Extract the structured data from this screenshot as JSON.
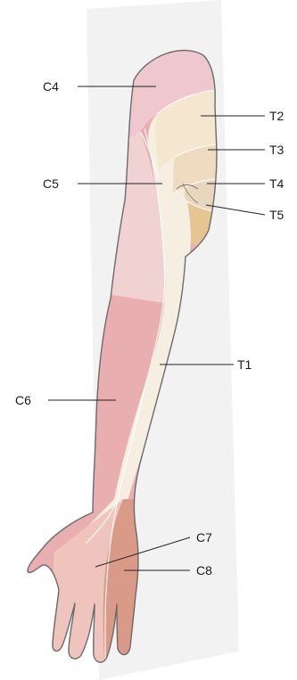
{
  "dermatomes": {
    "C4": {
      "label": "C4",
      "color": "#efc8cf"
    },
    "C5": {
      "label": "C5",
      "color": "#f1d2d3"
    },
    "C6": {
      "label": "C6",
      "color": "#e9aeb0"
    },
    "C7": {
      "label": "C7",
      "color": "#efc4bd"
    },
    "C8": {
      "label": "C8",
      "color": "#d99a88"
    },
    "T1": {
      "label": "T1",
      "color": "#f6eee0"
    },
    "T2": {
      "label": "T2",
      "color": "#f5e6cf"
    },
    "T3": {
      "label": "T3",
      "color": "#efdcc0"
    },
    "T4": {
      "label": "T4",
      "color": "#e8d6bd"
    },
    "T5": {
      "label": "T5",
      "color": "#e6c592"
    }
  },
  "colors": {
    "background_band": "#f2f2f2",
    "outline": "#6b6b6b",
    "leader_line": "#222222"
  }
}
